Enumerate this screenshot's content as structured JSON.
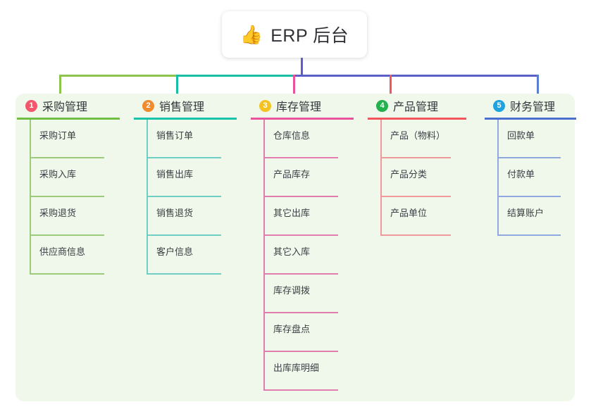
{
  "root": {
    "icon": "thumbs-up-icon",
    "icon_glyph": "👍",
    "title": "ERP 后台"
  },
  "colors": {
    "panel_bg": "#eff8ea",
    "page_bg": "#ffffff",
    "root_line": "#5b5fc7",
    "bus_green": "#8dc44e",
    "bus_teal": "#18bfa4",
    "bus_indigo": "#5b5fc7"
  },
  "columns": [
    {
      "number": "1",
      "title": "采购管理",
      "badge_color": "#f4566b",
      "rule_color": "#70bf44",
      "line_color": "#9ccb7a",
      "items": [
        "采购订单",
        "采购入库",
        "采购退货",
        "供应商信息"
      ]
    },
    {
      "number": "2",
      "title": "销售管理",
      "badge_color": "#f08c2e",
      "rule_color": "#17c4aa",
      "line_color": "#6fcfc2",
      "items": [
        "销售订单",
        "销售出库",
        "销售退货",
        "客户信息"
      ]
    },
    {
      "number": "3",
      "title": "库存管理",
      "badge_color": "#f5c321",
      "rule_color": "#e8539c",
      "line_color": "#e07cae",
      "items": [
        "仓库信息",
        "产品库存",
        "其它出库",
        "其它入库",
        "库存调拨",
        "库存盘点",
        "出库库明细"
      ]
    },
    {
      "number": "4",
      "title": "产品管理",
      "badge_color": "#22b14c",
      "rule_color": "#f2565a",
      "line_color": "#f19a9c",
      "items": [
        "产品（物料）",
        "产品分类",
        "产品单位"
      ]
    },
    {
      "number": "5",
      "title": "财务管理",
      "badge_color": "#1fa2e0",
      "rule_color": "#4a6fd0",
      "line_color": "#8fa9e0",
      "items": [
        "回款单",
        "付款单",
        "结算账户"
      ]
    }
  ]
}
